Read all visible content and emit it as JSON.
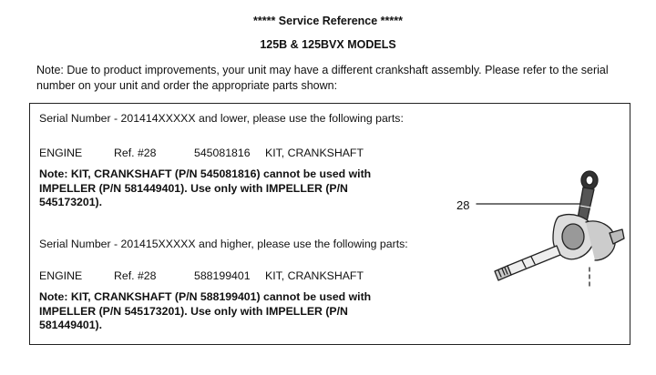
{
  "header": {
    "title": "***** Service Reference *****",
    "models": "125B & 125BVX MODELS"
  },
  "intro": "Note: Due to product improvements, your unit may have a different crankshaft assembly. Please refer to the serial number on your unit and order the appropriate parts shown:",
  "sections": [
    {
      "lead": "Serial Number - 201414XXXXX and lower, please use the following parts:",
      "part": {
        "group": "ENGINE",
        "ref": "Ref. #28",
        "pn": "545081816",
        "desc": "KIT, CRANKSHAFT"
      },
      "note": "Note: KIT, CRANKSHAFT (P/N 545081816) cannot be used with IMPELLER (P/N 581449401). Use only with IMPELLER (P/N 545173201)."
    },
    {
      "lead": "Serial Number - 201415XXXXX and higher, please use the following parts:",
      "part": {
        "group": "ENGINE",
        "ref": "Ref. #28",
        "pn": "588199401",
        "desc": "KIT, CRANKSHAFT"
      },
      "note": "Note: KIT, CRANKSHAFT (P/N 588199401) cannot be used with IMPELLER (P/N 545173201). Use only with IMPELLER (P/N 581449401)."
    }
  ],
  "diagram": {
    "ref_number": "28",
    "icon": "crankshaft-illustration"
  }
}
